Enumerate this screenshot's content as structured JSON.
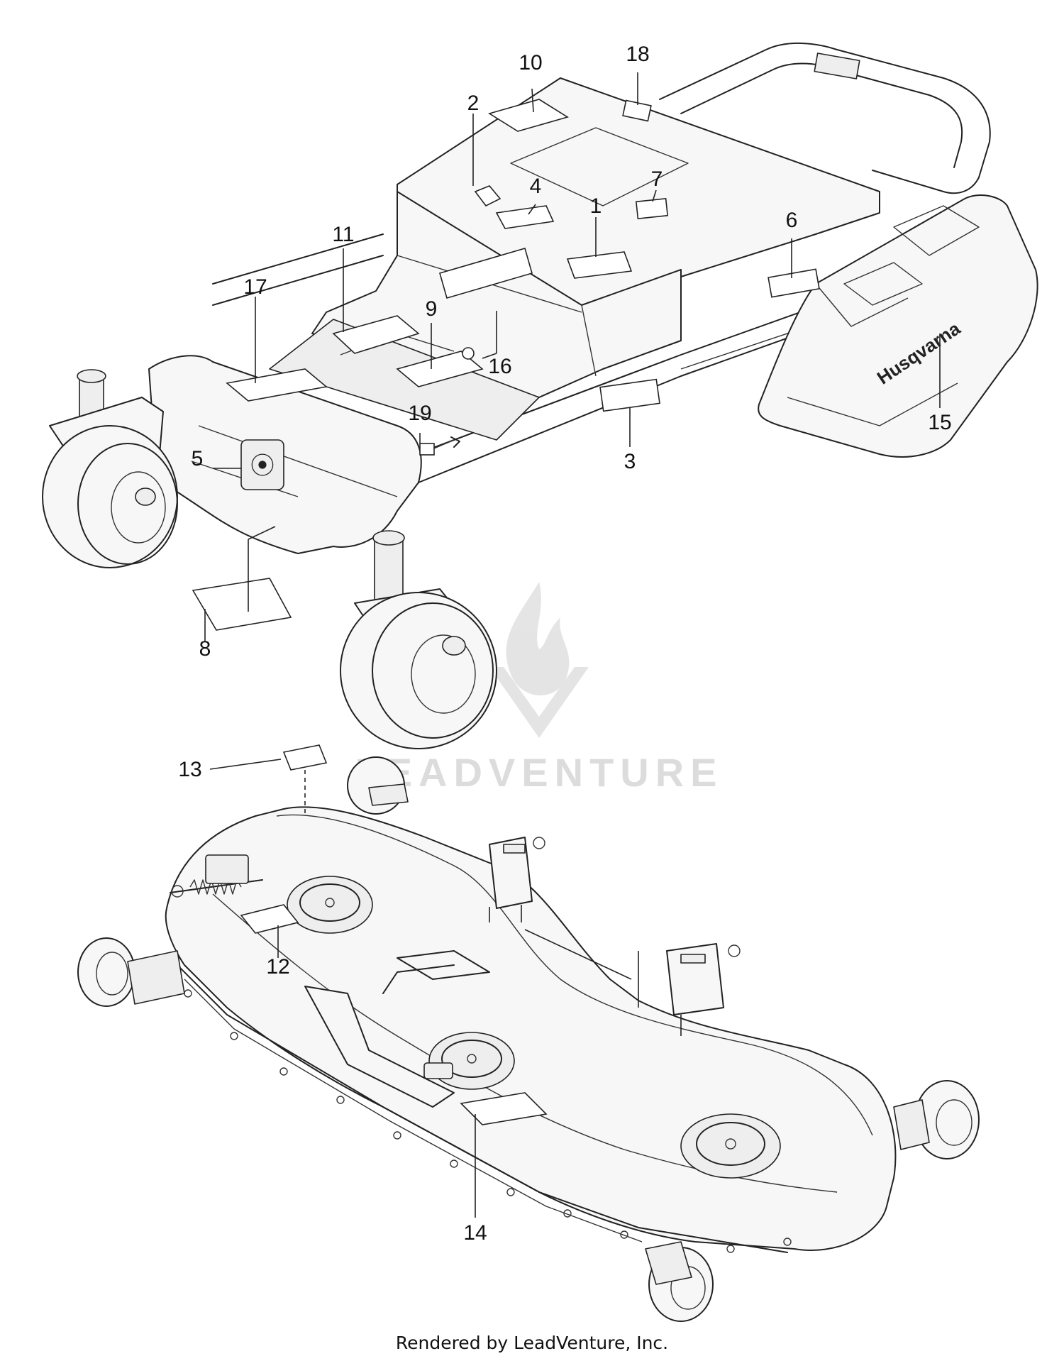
{
  "callouts": [
    {
      "id": "c1",
      "label": "1"
    },
    {
      "id": "c2",
      "label": "2"
    },
    {
      "id": "c3",
      "label": "3"
    },
    {
      "id": "c4",
      "label": "4"
    },
    {
      "id": "c5",
      "label": "5"
    },
    {
      "id": "c6",
      "label": "6"
    },
    {
      "id": "c7",
      "label": "7"
    },
    {
      "id": "c8",
      "label": "8"
    },
    {
      "id": "c9",
      "label": "9"
    },
    {
      "id": "c10",
      "label": "10"
    },
    {
      "id": "c11",
      "label": "11"
    },
    {
      "id": "c12",
      "label": "12"
    },
    {
      "id": "c13",
      "label": "13"
    },
    {
      "id": "c14",
      "label": "14"
    },
    {
      "id": "c15",
      "label": "15"
    },
    {
      "id": "c16",
      "label": "16"
    },
    {
      "id": "c17",
      "label": "17"
    },
    {
      "id": "c18",
      "label": "18"
    },
    {
      "id": "c19",
      "label": "19"
    }
  ],
  "brand_mark": "Husqvarna",
  "watermark": "LEADVENTURE",
  "footer": "Rendered by LeadVenture, Inc."
}
